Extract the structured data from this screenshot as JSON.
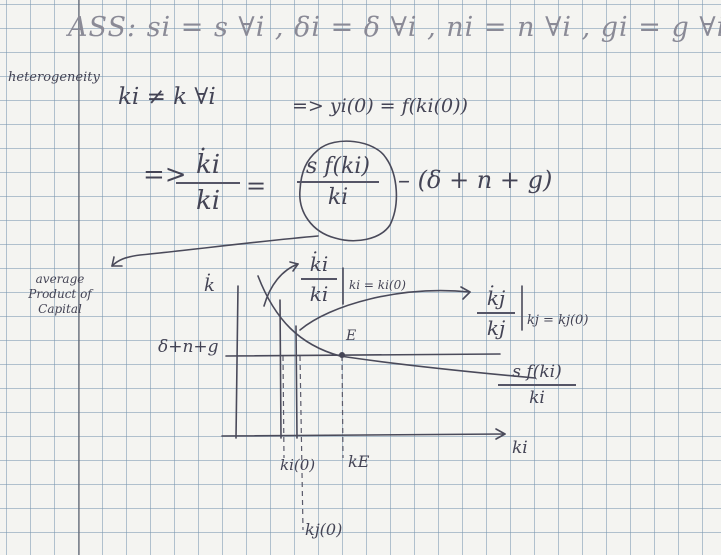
{
  "notes": {
    "assumptions": "ASS: si = s ∀i , δi = δ ∀i , ni = n ∀i , gi = g ∀i",
    "heterogeneity_label": "heterogeneity",
    "heterogeneity_condition": "ki ≠ k ∀i",
    "implies_output": "=> yi(0) = f(ki(0))",
    "implies_arrow": "=>",
    "growth_lhs_num": "k̇i",
    "growth_lhs_den": "ki",
    "equals": "=",
    "growth_term_num": "s f(ki)",
    "growth_term_den": "ki",
    "minus_term": "– (δ + n + g)",
    "avg_product_label": "average Product of Capital"
  },
  "diagram": {
    "y_axis_label": "k̇",
    "curve_i_num": "k̇i",
    "curve_i_den": "ki",
    "curve_i_eval": "ki = ki(0)",
    "curve_j_num": "k̇j",
    "curve_j_den": "kj",
    "curve_j_eval": "kj = kj(0)",
    "level_label": "δ+n+g",
    "point_E": "E",
    "curve_label_num": "s f(ki)",
    "curve_label_den": "ki",
    "x_axis_label": "ki",
    "tick_ki0": "ki(0)",
    "tick_kE": "kE",
    "tick_kj0": "kj(0)"
  },
  "colors": {
    "ink": "#444455",
    "grid": "#7896af",
    "paper": "#f4f4f1"
  }
}
